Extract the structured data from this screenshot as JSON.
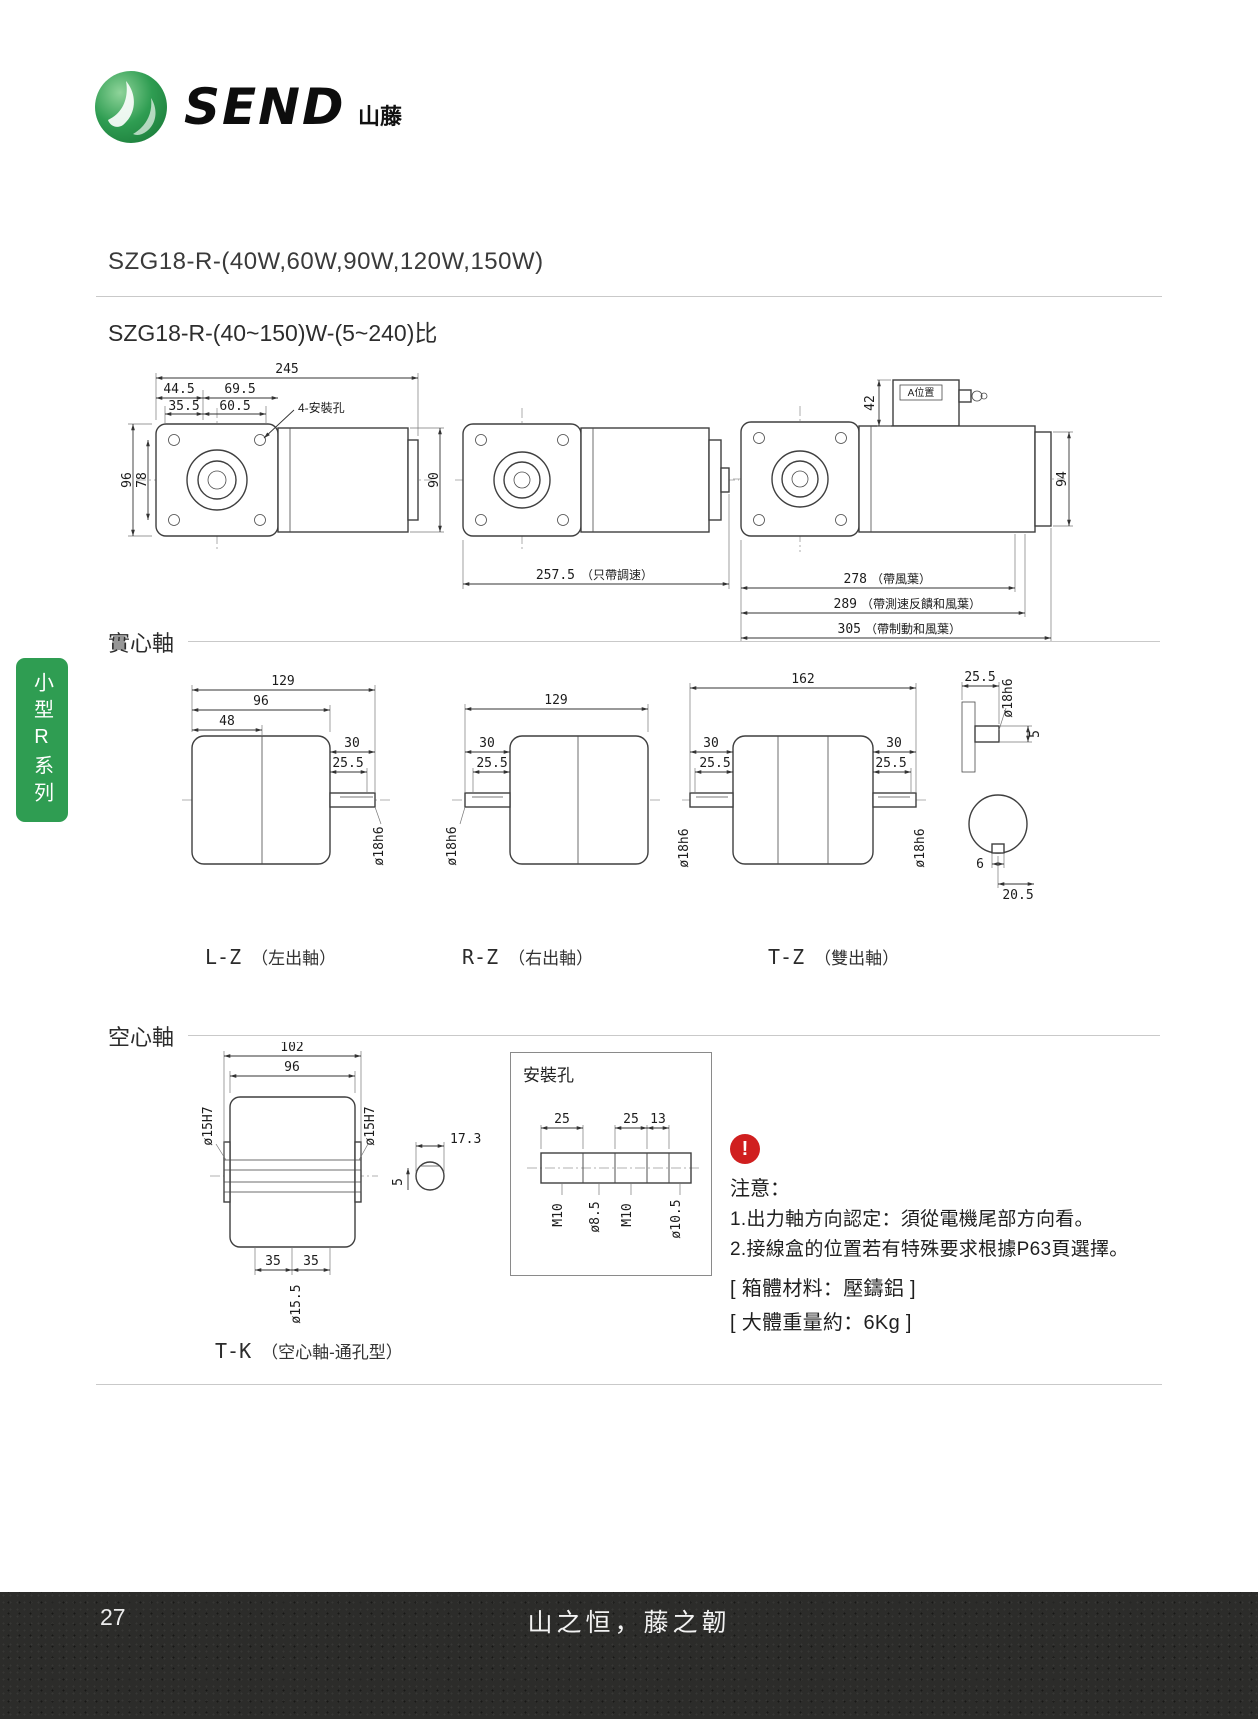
{
  "colors": {
    "accent_green": "#2f9d52",
    "warning_red": "#d01f1f",
    "footer_bg": "#2c2c2a"
  },
  "logo": {
    "brand": "SEND",
    "sub": "山藤"
  },
  "header": {
    "title": "SZG18-R-(40W,60W,90W,120W,150W)",
    "subtitle": "SZG18-R-(40~150)W-(5~240)比"
  },
  "sidebar": {
    "tab": "小型R系列"
  },
  "overview": {
    "front": {
      "d245": "245",
      "d44_5": "44.5",
      "d69_5": "69.5",
      "d35_5": "35.5",
      "d60_5": "60.5",
      "hole_label": "4-安裝孔",
      "d96": "96",
      "d78": "78",
      "d90": "90"
    },
    "middle": {
      "d257_5": "257.5",
      "note": "（只帶調速）"
    },
    "right": {
      "d42": "42",
      "a_label": "A位置",
      "d94": "94",
      "d278": "278",
      "n278": "（帶風葉）",
      "d289": "289",
      "n289": "（帶測速反饋和風葉）",
      "d305": "305",
      "n305": "（帶制動和風葉）"
    }
  },
  "solid": {
    "title": "實心軸",
    "lz": {
      "d129": "129",
      "d96": "96",
      "d48": "48",
      "d30": "30",
      "d25_5": "25.5",
      "dia": "ø18h6",
      "caption": "L-Z",
      "note": "（左出軸）"
    },
    "rz": {
      "d129": "129",
      "d30": "30",
      "d25_5": "25.5",
      "dia": "ø18h6",
      "caption": "R-Z",
      "note": "（右出軸）"
    },
    "tz": {
      "d162": "162",
      "d30_l": "30",
      "d30_r": "30",
      "d25_5_l": "25.5",
      "d25_5_r": "25.5",
      "dia_l": "ø18h6",
      "dia_r": "ø18h6",
      "caption": "T-Z",
      "note": "（雙出軸）"
    },
    "end": {
      "d25_5": "25.5",
      "dia": "ø18h6",
      "d5": "5",
      "d6": "6",
      "d20_5": "20.5"
    }
  },
  "hollow": {
    "title": "空心軸",
    "tk": {
      "d102": "102",
      "d96": "96",
      "dia_l": "ø15H7",
      "dia_r": "ø15H7",
      "d17_3": "17.3",
      "d5": "5",
      "d35_l": "35",
      "d35_r": "35",
      "dia_b": "ø15.5",
      "caption": "T-K",
      "note": "（空心軸-通孔型）"
    },
    "mount": {
      "title": "安裝孔",
      "d25_a": "25",
      "d25_b": "25",
      "d13": "13",
      "m10_a": "M10",
      "dia8_5": "ø8.5",
      "m10_b": "M10",
      "dia10_5": "ø10.5"
    }
  },
  "notes": {
    "mark": "!",
    "title": "注意：",
    "line1": "1.出力軸方向認定：須從電機尾部方向看。",
    "line2": "2.接線盒的位置若有特殊要求根據P63頁選擇。",
    "material": "[ 箱體材料：壓鑄鋁 ]",
    "weight": "[ 大體重量約：6Kg ]"
  },
  "footer": {
    "page": "27",
    "slogan": "山之恒，藤之韌"
  }
}
